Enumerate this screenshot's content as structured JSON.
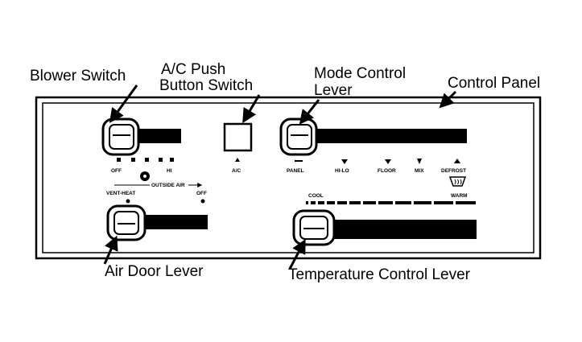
{
  "callouts": {
    "blower_switch": "Blower Switch",
    "ac_push_line1": "A/C Push",
    "ac_push_line2": "Button Switch",
    "mode_line1": "Mode Control",
    "mode_line2": "Lever",
    "control_panel": "Control Panel",
    "air_door": "Air Door Lever",
    "temperature": "Temperature Control Lever"
  },
  "panel": {
    "blower_off": "OFF",
    "blower_hi": "HI",
    "ac": "A/C",
    "panel": "PANEL",
    "hi_lo": "HI-LO",
    "floor": "FLOOR",
    "mix": "MIX",
    "defrost": "DEFROST",
    "outside_air": "OUTSIDE AIR",
    "vent_heat": "VENT-HEAT",
    "air_off": "OFF",
    "cool": "COOL",
    "warm": "WARM"
  },
  "icons": {
    "fan": "fan-icon",
    "defrost": "windshield-defrost-icon",
    "arrow_up": "triangle-up-icon"
  }
}
